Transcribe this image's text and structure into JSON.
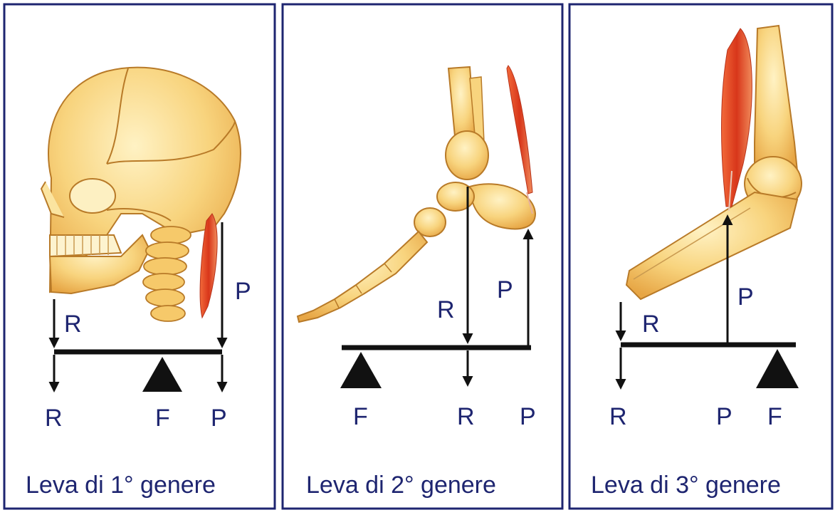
{
  "colors": {
    "panel_border": "#1e2570",
    "text": "#1e2570",
    "lever": "#111111",
    "bone_fill": "#f6c96a",
    "bone_light": "#fde7a8",
    "bone_edge": "#b87a28",
    "muscle": "#d83a1c"
  },
  "panels": [
    {
      "caption": "Leva di 1° genere",
      "illustration": "skull-and-neck",
      "labels": {
        "force_top": "R",
        "force_bottom": "R",
        "fulcrum": "F",
        "effort_side": "P",
        "effort_bottom": "P"
      }
    },
    {
      "caption": "Leva di 2° genere",
      "illustration": "foot-and-ankle",
      "labels": {
        "fulcrum": "F",
        "load_mid": "R",
        "load_bottom": "R",
        "effort_side": "P",
        "effort_bottom": "P"
      }
    },
    {
      "caption": "Leva di 3° genere",
      "illustration": "elbow-and-forearm",
      "labels": {
        "load_side": "R",
        "load_bottom": "R",
        "effort_mid": "P",
        "effort_bottom": "P",
        "fulcrum": "F"
      }
    }
  ]
}
